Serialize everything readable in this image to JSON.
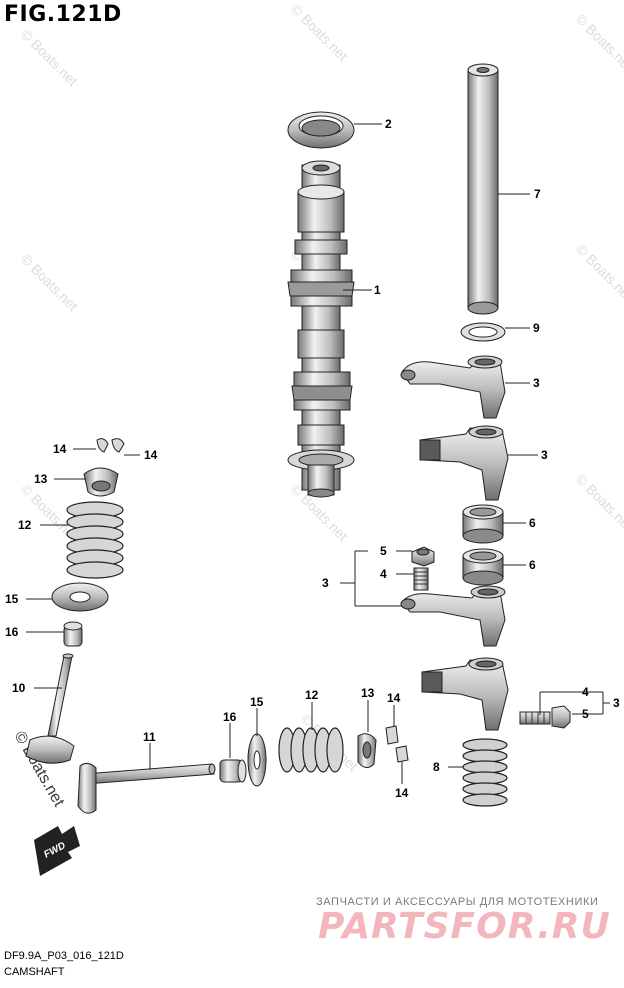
{
  "figure": {
    "title": "FIG.121D",
    "code": "DF9.9A_P03_016_121D",
    "name": "CAMSHAFT"
  },
  "watermarks": {
    "site": "© Boats.net",
    "shop_tagline": "ЗАПЧАСТИ И АКСЕССУАРЫ ДЛЯ МОТОТЕХНИКИ",
    "shop_brand": "PARTSFOR.RU"
  },
  "direction_arrow": "FWD",
  "callouts": [
    {
      "id": "c1",
      "number": "1",
      "part": "camshaft"
    },
    {
      "id": "c2",
      "number": "2",
      "part": "camshaft-oil-seal"
    },
    {
      "id": "c7",
      "number": "7",
      "part": "rocker-shaft"
    },
    {
      "id": "c9",
      "number": "9",
      "part": "rocker-shaft-washer"
    },
    {
      "id": "c3a",
      "number": "3",
      "part": "rocker-arm"
    },
    {
      "id": "c3b",
      "number": "3",
      "part": "rocker-arm"
    },
    {
      "id": "c6a",
      "number": "6",
      "part": "spacer"
    },
    {
      "id": "c6b",
      "number": "6",
      "part": "spacer"
    },
    {
      "id": "c5a",
      "number": "5",
      "part": "adjusting-nut"
    },
    {
      "id": "c4a",
      "number": "4",
      "part": "adjusting-screw"
    },
    {
      "id": "c3c",
      "number": "3",
      "part": "rocker-arm-assembly"
    },
    {
      "id": "c4b",
      "number": "4",
      "part": "adjusting-screw"
    },
    {
      "id": "c5b",
      "number": "5",
      "part": "adjusting-nut"
    },
    {
      "id": "c3d",
      "number": "3",
      "part": "rocker-arm-assembly"
    },
    {
      "id": "c8",
      "number": "8",
      "part": "rocker-arm-spring"
    },
    {
      "id": "c14a",
      "number": "14",
      "part": "valve-cotter"
    },
    {
      "id": "c14b",
      "number": "14",
      "part": "valve-cotter"
    },
    {
      "id": "c13a",
      "number": "13",
      "part": "spring-retainer"
    },
    {
      "id": "c12a",
      "number": "12",
      "part": "valve-spring"
    },
    {
      "id": "c15a",
      "number": "15",
      "part": "spring-seat"
    },
    {
      "id": "c16a",
      "number": "16",
      "part": "valve-stem-seal"
    },
    {
      "id": "c10",
      "number": "10",
      "part": "intake-valve"
    },
    {
      "id": "c11",
      "number": "11",
      "part": "exhaust-valve"
    },
    {
      "id": "c16b",
      "number": "16",
      "part": "valve-stem-seal"
    },
    {
      "id": "c15b",
      "number": "15",
      "part": "spring-seat"
    },
    {
      "id": "c12b",
      "number": "12",
      "part": "valve-spring"
    },
    {
      "id": "c13b",
      "number": "13",
      "part": "spring-retainer"
    },
    {
      "id": "c14c",
      "number": "14",
      "part": "valve-cotter"
    },
    {
      "id": "c14d",
      "number": "14",
      "part": "valve-cotter"
    }
  ]
}
